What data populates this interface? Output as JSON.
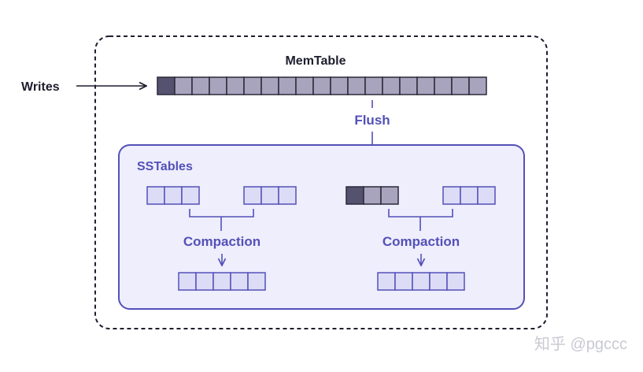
{
  "labels": {
    "writes": "Writes",
    "memtable": "MemTable",
    "flush": "Flush",
    "sstables": "SSTables",
    "compaction_left": "Compaction",
    "compaction_right": "Compaction"
  },
  "watermark": "知乎 @pgccc",
  "colors": {
    "text_dark": "#1e1e2e",
    "accent": "#5450b8",
    "memtable_cell": "#a9a4bd",
    "memtable_first_cell": "#555270",
    "sstable_cell": "#dcdcf6",
    "flushed_cell": "#a9a4bd",
    "flushed_first_cell": "#555270",
    "sstables_panel_fill": "#eeeefc",
    "cell_stroke": "#5450b8",
    "dark_stroke": "#2a2838",
    "watermark": "#c9c9d2"
  }
}
